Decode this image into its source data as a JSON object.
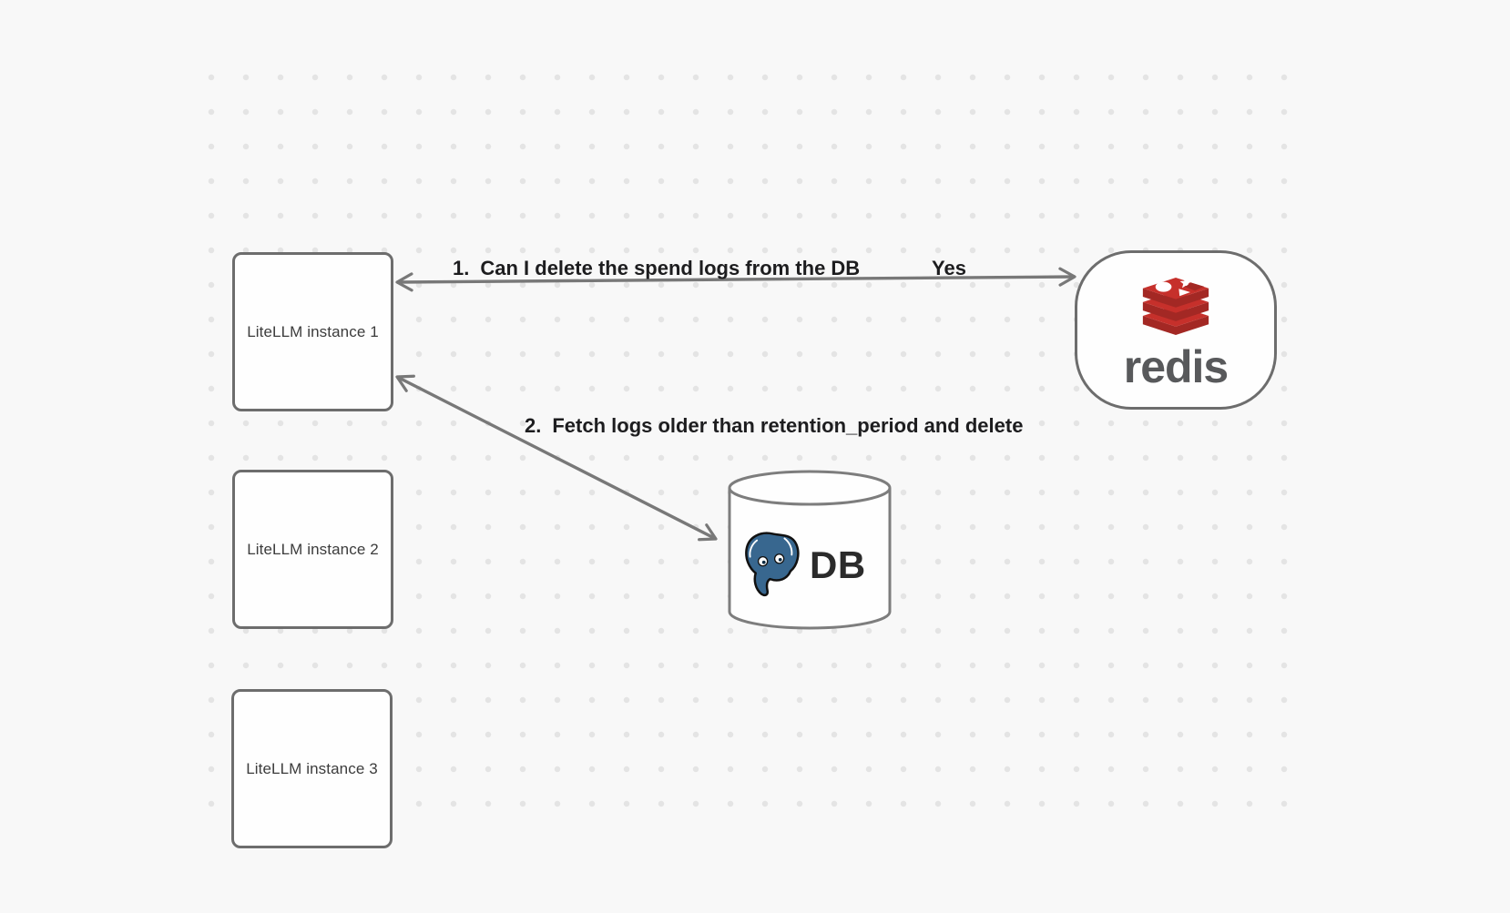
{
  "colors": {
    "background": "#f8f8f8",
    "dot_grid": "#e4e4e4",
    "node_border": "#6d6d6d",
    "arrow_gray": "#787878",
    "edge_label_text": "#1d1d1f",
    "node_label_text": "#3c3c3c",
    "redis_red": "#c6302b",
    "redis_dark_red": "#a32824",
    "redis_wordmark_gray": "#58595b",
    "postgres_blue": "#38678f",
    "db_text": "#2b2b2b"
  },
  "nodes": {
    "instance1": {
      "label": "LiteLLM instance 1"
    },
    "instance2": {
      "label": "LiteLLM instance 2"
    },
    "instance3": {
      "label": "LiteLLM instance 3"
    },
    "redis": {
      "wordmark": "redis",
      "icon": "redis-stack-logo"
    },
    "database": {
      "label": "DB",
      "icon": "postgresql-elephant-logo"
    }
  },
  "edges": {
    "edge1": {
      "number": "1.",
      "label": "Can I delete the spend logs from the DB",
      "answer": "Yes",
      "connects": [
        "LiteLLM instance 1",
        "redis"
      ],
      "direction": "bidirectional"
    },
    "edge2": {
      "number": "2.",
      "label": "Fetch logs older than retention_period and delete",
      "connects": [
        "LiteLLM instance 1",
        "DB"
      ],
      "direction": "bidirectional"
    }
  }
}
